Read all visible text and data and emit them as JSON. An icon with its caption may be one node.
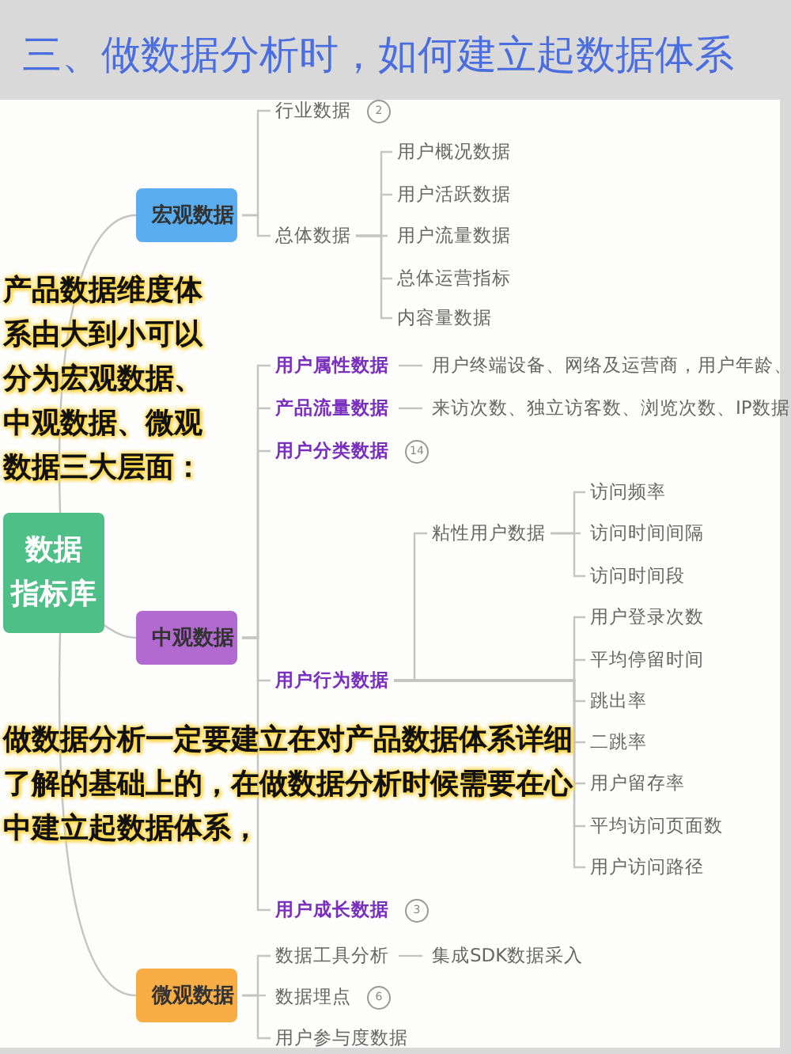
{
  "diagram": {
    "title": "三、做数据分析时，如何建立起数据体系",
    "nodes": [
      {
        "text": [
          "数据指标库"
        ]
      },
      {
        "text": [
          "宏观数据"
        ]
      },
      {
        "text": [
          "行业数据"
        ],
        "beside": [
          "2"
        ]
      },
      {
        "text": [
          "总体数据"
        ]
      },
      {
        "text": [
          "用户概况数据"
        ]
      },
      {
        "text": [
          "用户活跃数据"
        ]
      },
      {
        "text": [
          "用户流量数据"
        ]
      },
      {
        "text": [
          "总体运营指标"
        ]
      },
      {
        "text": [
          "内容量数据"
        ]
      },
      {
        "text": [
          "中观数据"
        ]
      },
      {
        "text": [
          "用户属性数据"
        ]
      },
      {
        "text": [
          "用户终端设备、网络及运营商，用户年龄、"
        ]
      },
      {
        "text": [
          "产品流量数据"
        ]
      },
      {
        "text": [
          "来访次数、独立访客数、浏览次数、IP数据"
        ]
      },
      {
        "text": [
          "用户分类数据"
        ],
        "beside": [
          "14"
        ]
      },
      {
        "text": [
          "用户行为数据"
        ]
      },
      {
        "text": [
          "粘性用户数据"
        ]
      },
      {
        "text": [
          "访问频率"
        ]
      },
      {
        "text": [
          "访问时间间隔"
        ]
      },
      {
        "text": [
          "访问时间段"
        ]
      },
      {
        "text": [
          "用户登录次数"
        ]
      },
      {
        "text": [
          "平均停留时间"
        ]
      },
      {
        "text": [
          "跳出率"
        ]
      },
      {
        "text": [
          "二跳率"
        ]
      },
      {
        "text": [
          "用户留存率"
        ]
      },
      {
        "text": [
          "平均访问页面数"
        ]
      },
      {
        "text": [
          "用户访问路径"
        ]
      },
      {
        "text": [
          "用户成长数据"
        ],
        "beside": [
          "3"
        ]
      },
      {
        "text": [
          "微观数据"
        ]
      },
      {
        "text": [
          "数据工具分析"
        ]
      },
      {
        "text": [
          "集成SDK数据采入"
        ]
      },
      {
        "text": [
          "数据埋点"
        ],
        "beside": [
          "6"
        ]
      },
      {
        "text": [
          "用户参与度数据"
        ]
      }
    ],
    "edges": [
      {
        "from": 0,
        "to": 1,
        "arrow": "none"
      },
      {
        "from": 0,
        "to": 9,
        "arrow": "none"
      },
      {
        "from": 0,
        "to": 28,
        "arrow": "none"
      },
      {
        "from": 1,
        "to": 2,
        "arrow": "none"
      },
      {
        "from": 1,
        "to": 3,
        "arrow": "none"
      },
      {
        "from": 3,
        "to": 4,
        "arrow": "none"
      },
      {
        "from": 3,
        "to": 5,
        "arrow": "none"
      },
      {
        "from": 3,
        "to": 6,
        "arrow": "none"
      },
      {
        "from": 3,
        "to": 7,
        "arrow": "none"
      },
      {
        "from": 3,
        "to": 8,
        "arrow": "none"
      },
      {
        "from": 9,
        "to": 10,
        "arrow": "none"
      },
      {
        "from": 9,
        "to": 12,
        "arrow": "none"
      },
      {
        "from": 9,
        "to": 14,
        "arrow": "none"
      },
      {
        "from": 9,
        "to": 15,
        "arrow": "none"
      },
      {
        "from": 9,
        "to": 27,
        "arrow": "none"
      },
      {
        "from": 10,
        "to": 11,
        "arrow": "none"
      },
      {
        "from": 12,
        "to": 13,
        "arrow": "none"
      },
      {
        "from": 15,
        "to": 16,
        "arrow": "none"
      },
      {
        "from": 16,
        "to": 17,
        "arrow": "none"
      },
      {
        "from": 16,
        "to": 18,
        "arrow": "none"
      },
      {
        "from": 16,
        "to": 19,
        "arrow": "none"
      },
      {
        "from": 15,
        "to": 20,
        "arrow": "none"
      },
      {
        "from": 15,
        "to": 21,
        "arrow": "none"
      },
      {
        "from": 15,
        "to": 22,
        "arrow": "none"
      },
      {
        "from": 15,
        "to": 23,
        "arrow": "none"
      },
      {
        "from": 15,
        "to": 24,
        "arrow": "none"
      },
      {
        "from": 15,
        "to": 25,
        "arrow": "none"
      },
      {
        "from": 15,
        "to": 26,
        "arrow": "none"
      },
      {
        "from": 28,
        "to": 29,
        "arrow": "none"
      },
      {
        "from": 28,
        "to": 31,
        "arrow": "none"
      },
      {
        "from": 28,
        "to": 32,
        "arrow": "none"
      },
      {
        "from": 29,
        "to": 30,
        "arrow": "none"
      }
    ],
    "labels": [
      "产品数据维度体系由大到小可以分为宏观数据、中观数据、微观数据三大层面：",
      "做数据分析一定要建立在对产品数据体系详细了解的基础上的，在做数据分析时候需要在心中建立起数据体系，"
    ]
  }
}
